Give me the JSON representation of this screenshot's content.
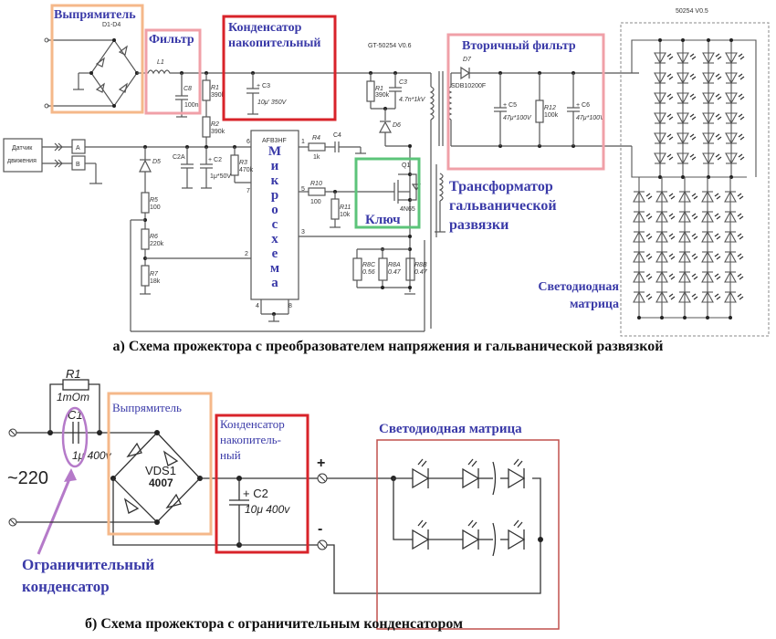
{
  "diagram_a": {
    "caption": "а) Схема прожектора с преобразователем напряжения и гальванической развязкой",
    "board_label": "GT-50254 V0.6",
    "matrix_board_label": "50254 V0.5",
    "blocks": {
      "rectifier": "Выпрямитель",
      "filter": "Фильтр",
      "storage_cap_line1": "Конденсатор",
      "storage_cap_line2": "накопительный",
      "secondary_filter": "Вторичный фильтр",
      "transformer_line1": "Трансформатор",
      "transformer_line2": "гальванической",
      "transformer_line3": "развязки",
      "key": "Ключ",
      "chip_letters": [
        "М",
        "и",
        "к",
        "р",
        "о",
        "с",
        "х",
        "е",
        "м",
        "а"
      ],
      "led_matrix_line1": "Светодиодная",
      "led_matrix_line2": "матрица"
    },
    "sensor": {
      "line1": "Датчик",
      "line2": "движения",
      "pin_a": "A",
      "pin_b": "B"
    },
    "components": {
      "bridge": "D1-D4",
      "l1": "L1",
      "c8": "C8",
      "c8_val": "100n",
      "r1": "R1",
      "r1_val": "390k",
      "r2": "R2",
      "r2_val": "390k",
      "c3": "+ C3",
      "c3_val": "10μ' 350V",
      "r1b": "R1",
      "r1b_val": "390k",
      "c3b": "C3",
      "c3b_val": "4.7n*1kV",
      "d6": "D6",
      "d7": "D7",
      "d7_val": "SDB10200F",
      "c5": "+ C5",
      "c5_val": "47μ*100V",
      "r12": "R12",
      "r12_val": "100k",
      "c6": "+ C6",
      "c6_val": "47μ*100V",
      "d5": "D5",
      "c2a": "C2A",
      "c2": "+ C2",
      "c2_val": "1μ*50V",
      "r3": "R3",
      "r3_val": "470k",
      "chip": "AFB3HF",
      "r4": "R4",
      "r4_val": "1k",
      "c4": "C4",
      "r10": "R10",
      "r10_val": "100",
      "r11": "R11",
      "r11_val": "10k",
      "q1": "Q1",
      "q1_val": "4N65",
      "r5": "R5",
      "r5_val": "100",
      "r6": "R6",
      "r6_val": "220k",
      "r7": "R7",
      "r7_val": "18k",
      "r8c": "R8C",
      "r8c_val": "0.56",
      "r8a": "R8A",
      "r8a_val": "0.47",
      "r8b": "R8B",
      "r8b_val": "0.47",
      "pins": {
        "p6": "6",
        "p7": "7",
        "p1": "1",
        "p5": "5",
        "p3": "3",
        "p2": "2",
        "p4": "4",
        "p8": "8"
      }
    },
    "led_matrix": {
      "upper_rows": 6,
      "upper_cols": 4,
      "lower_rows": 6,
      "lower_cols": 5
    }
  },
  "diagram_b": {
    "caption": "б) Схема прожектора с ограничительным конденсатором",
    "mains": "~220",
    "blocks": {
      "rectifier": "Выпрямитель",
      "storage_cap_line1": "Конденсатор",
      "storage_cap_line2": "накопитель-",
      "storage_cap_line3": "ный",
      "led_matrix": "Светодиодная матрица",
      "limiter_line1": "Ограничительный",
      "limiter_line2": "конденсатор"
    },
    "components": {
      "r1": "R1",
      "r1_val": "1mOm",
      "c1": "C1",
      "c1_val": "1μ 400v",
      "bridge": "VDS1",
      "bridge_val": "4007",
      "c2": "+ C2",
      "c2_val": "10μ 400v",
      "plus": "+",
      "minus": "-"
    }
  },
  "colors": {
    "rectifier_box": "#f5b88a",
    "filter_box": "#f0a0a8",
    "storage_box": "#d8232a",
    "secondary_filter_box": "#f0a0a8",
    "key_box": "#5cc47a",
    "led_box_b": "#c0504d",
    "limiter_highlight": "#b57ac9",
    "label_blue": "#3a3aa8"
  }
}
